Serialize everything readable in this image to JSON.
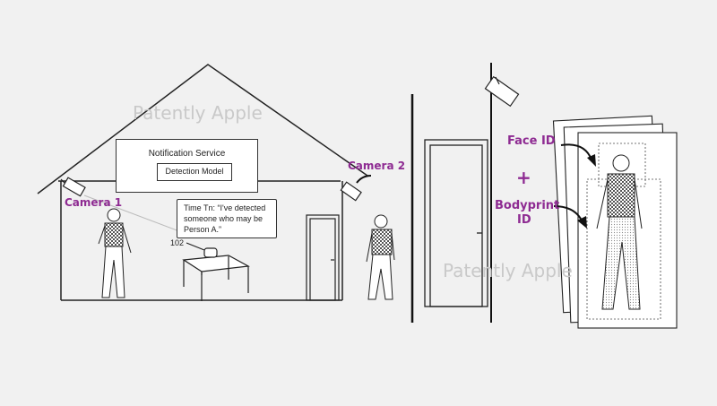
{
  "watermark": "Patently Apple",
  "notification_service": {
    "title": "Notification Service",
    "model": "Detection Model"
  },
  "speech_bubble": {
    "line1": "Time Tn: “I've detected",
    "line2": "someone who may be",
    "line3": "Person A.”"
  },
  "reference_number": "102",
  "labels": {
    "camera1": "Camera 1",
    "camera2": "Camera 2",
    "face_id": "Face ID",
    "plus": "+",
    "bodyprint_line1": "Bodyprint",
    "bodyprint_line2": "ID"
  },
  "colors": {
    "accent": "#8e2b92",
    "line": "#222222",
    "background": "#f1f1f1"
  }
}
